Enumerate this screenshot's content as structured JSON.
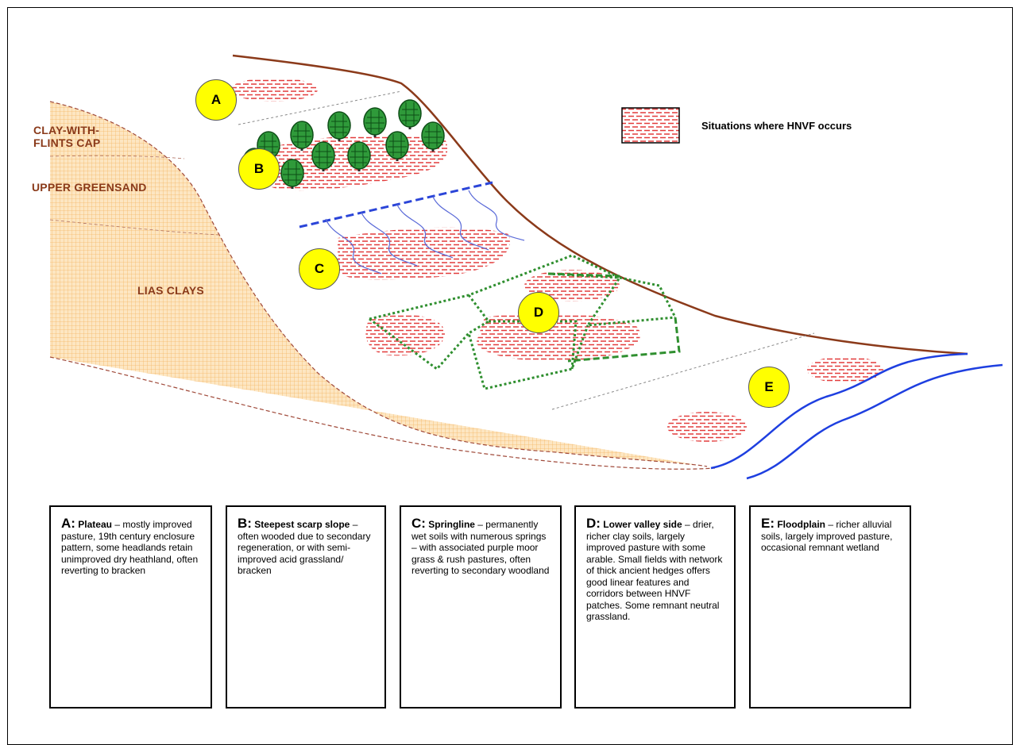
{
  "legend": {
    "text": "Situations where HNVF occurs"
  },
  "geology_labels": [
    "CLAY-WITH-\nFLINTS CAP",
    "UPPER GREENSAND",
    "LIAS CLAYS"
  ],
  "zone_markers": [
    "A",
    "B",
    "C",
    "D",
    "E"
  ],
  "colors": {
    "skyline": "#8b3a1a",
    "hnvf_hatch": "#e23b3b",
    "geology_fill": "#fad9a6",
    "hedge": "#2f8f2f",
    "springs": "#2b45d8",
    "river": "#1e3fe0",
    "marker": "#ffff00",
    "tree": "#2f9a3a"
  },
  "icons": {
    "tree": "tree-icon",
    "hatch": "hnvf-hatch-icon"
  },
  "zones": [
    {
      "letter": "A:",
      "heading": "Plateau",
      "text": " – mostly improved pasture, 19th century enclosure pattern, some headlands retain unimproved dry heathland, often reverting to bracken"
    },
    {
      "letter": "B:",
      "heading": "Steepest scarp slope",
      "text": " – often wooded due to secondary regeneration, or with semi-improved acid grassland/ bracken"
    },
    {
      "letter": "C:",
      "heading": "Springline",
      "text": " – permanently wet soils with numerous springs – with associated purple moor grass & rush pastures, often reverting to secondary woodland"
    },
    {
      "letter": "D:",
      "heading": "Lower valley side",
      "text": " – drier, richer clay soils, largely improved pasture with some arable. Small fields with network of thick ancient hedges offers good linear features and corridors between HNVF patches. Some remnant neutral grassland."
    },
    {
      "letter": "E:",
      "heading": "Floodplain",
      "text": " – richer alluvial soils, largely improved pasture, occasional remnant wetland"
    }
  ]
}
